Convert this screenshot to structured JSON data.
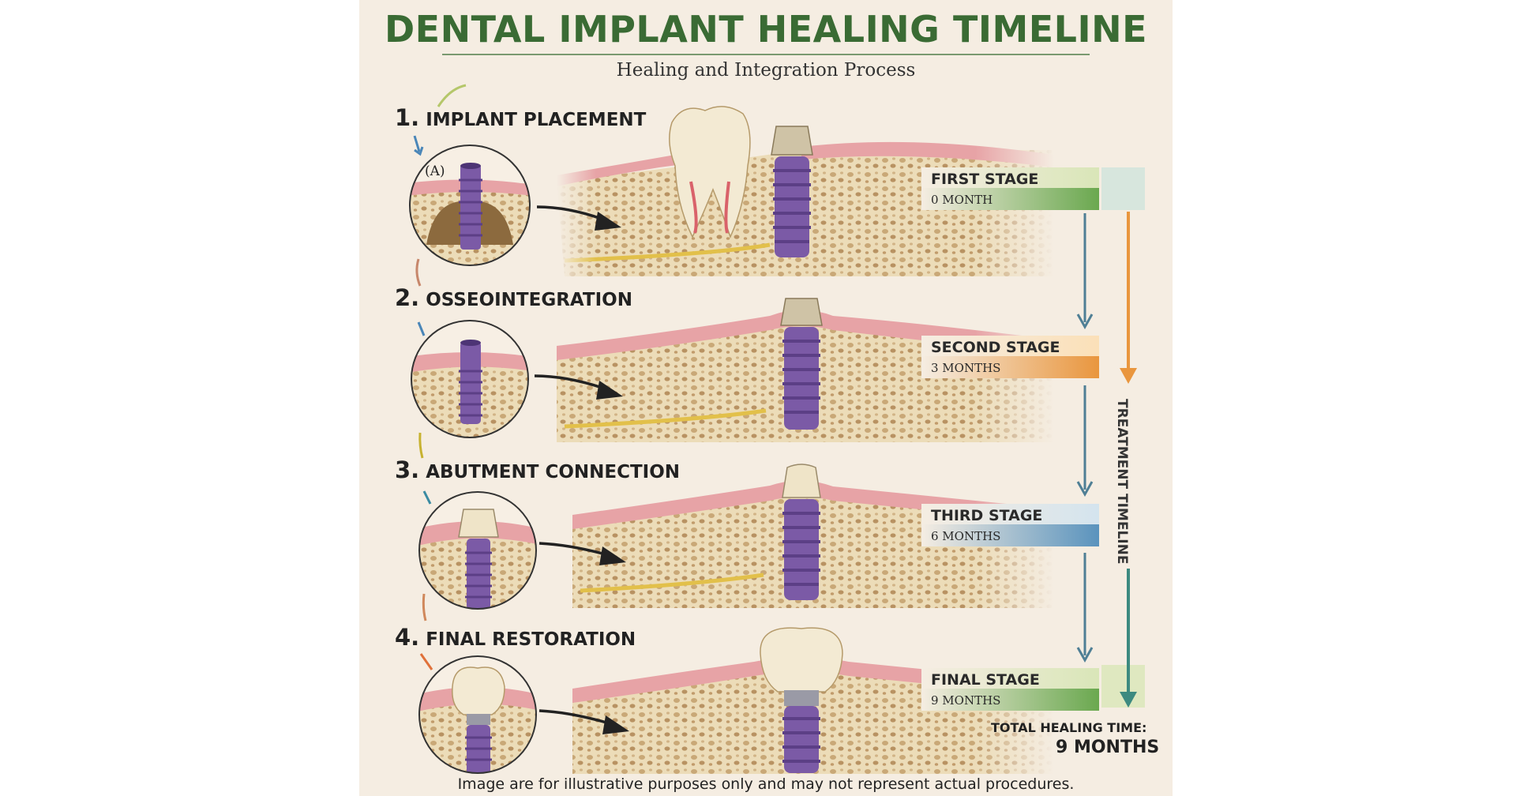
{
  "title": "DENTAL IMPLANT HEALING TIMELINE",
  "subtitle": "Healing and Integration Process",
  "steps": [
    {
      "number": "1.",
      "title": "IMPLANT PLACEMENT",
      "inset_label": "(A)"
    },
    {
      "number": "2.",
      "title": "OSSEOINTEGRATION"
    },
    {
      "number": "3.",
      "title": "ABUTMENT CONNECTION"
    },
    {
      "number": "4.",
      "title": "FINAL RESTORATION"
    }
  ],
  "stages": [
    {
      "name": "FIRST STAGE",
      "time": "0 MONTH",
      "color_light": "#d9e6b8",
      "color_dark": "#6aa84f"
    },
    {
      "name": "SECOND STAGE",
      "time": "3 MONTHS",
      "color_light": "#fbe0b8",
      "color_dark": "#e9963e"
    },
    {
      "name": "THIRD STAGE",
      "time": "6 MONTHS",
      "color_light": "#d4e4ee",
      "color_dark": "#5a93bd"
    },
    {
      "name": "FINAL STAGE",
      "time": "9 MONTHS",
      "color_light": "#d9e6b8",
      "color_dark": "#6aa84f"
    }
  ],
  "timeline_label": "TREATMENT TIMELINE",
  "total": {
    "label": "TOTAL HEALING TIME:",
    "value": "9 MONTHS"
  },
  "disclaimer": "Image are for illustrative purposes only and may not represent actual procedures.",
  "colors": {
    "title": "#3a6b34",
    "implant": "#7b5aa6",
    "gum": "#e7a3a6",
    "bone": "#ecdcb8"
  }
}
